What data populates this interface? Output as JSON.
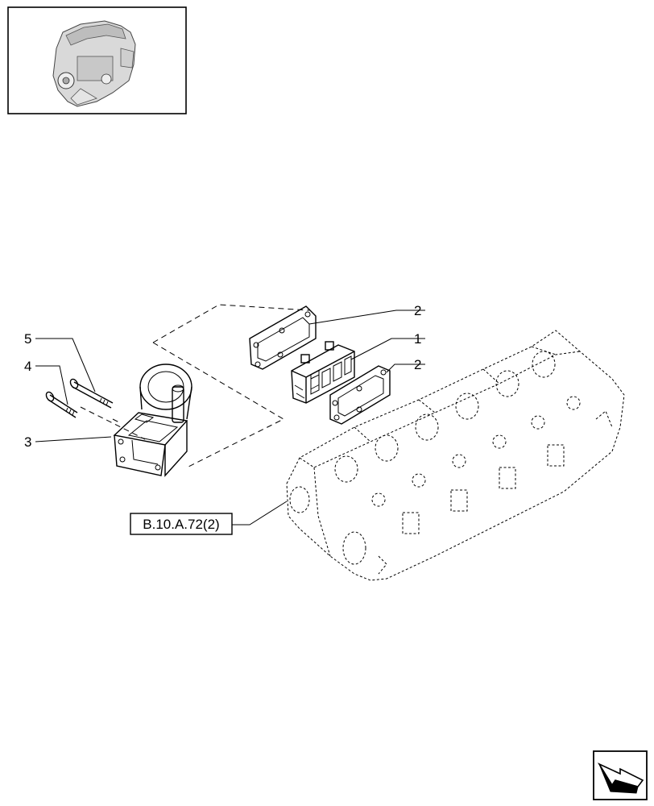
{
  "callouts": [
    {
      "id": "1",
      "text": "1"
    },
    {
      "id": "2a",
      "text": "2"
    },
    {
      "id": "2b",
      "text": "2"
    },
    {
      "id": "3",
      "text": "3"
    },
    {
      "id": "4",
      "text": "4"
    },
    {
      "id": "5",
      "text": "5"
    }
  ],
  "reference_label": "B.10.A.72(2)",
  "icons": {
    "thumbnail": "engine-thumbnail-icon",
    "navigation": "next-page-arrow-icon"
  }
}
